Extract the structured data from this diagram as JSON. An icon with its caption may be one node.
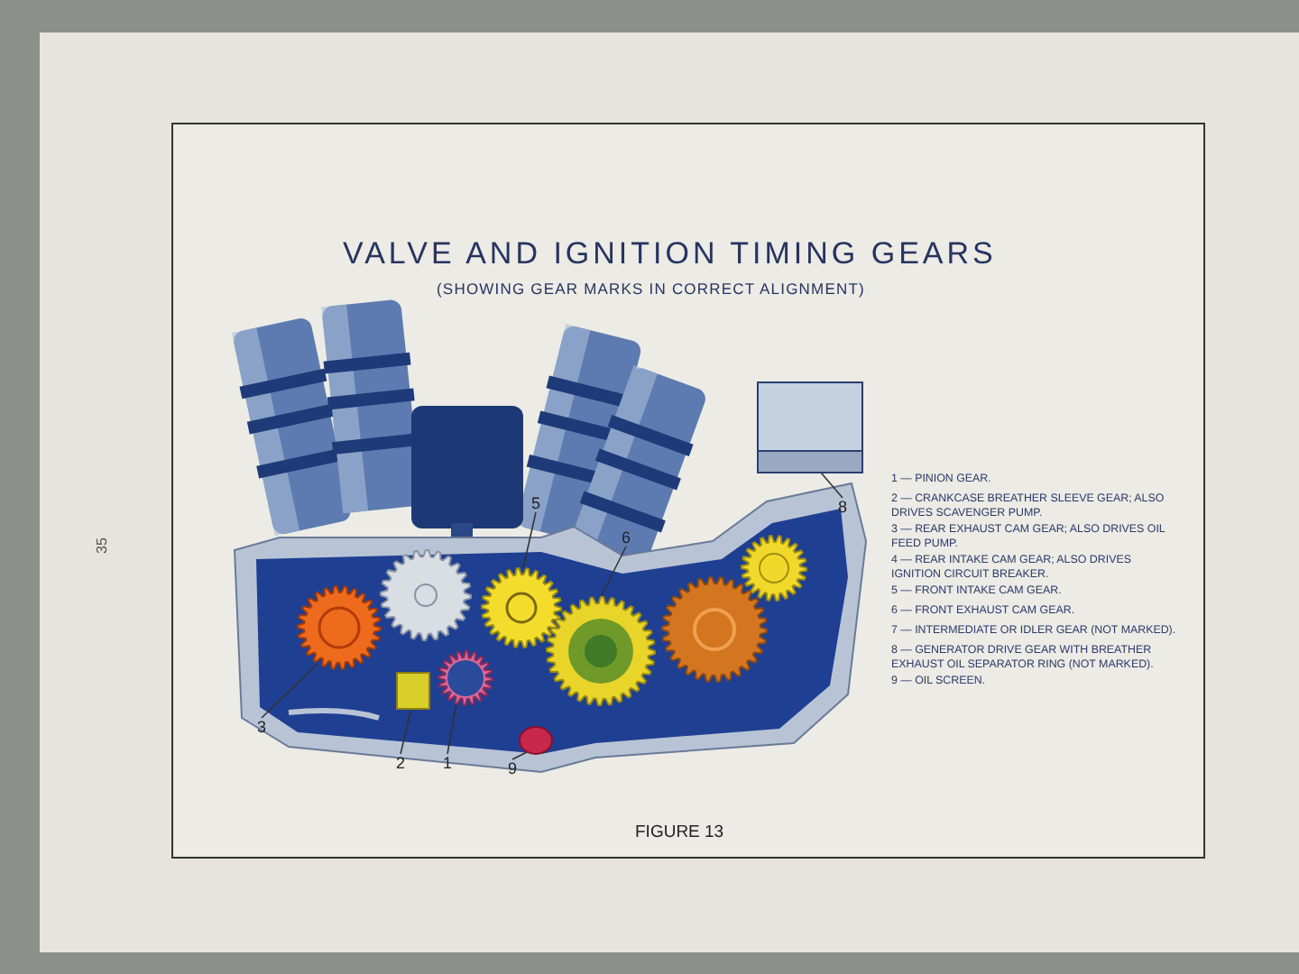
{
  "diagram": {
    "title": "VALVE AND IGNITION TIMING GEARS",
    "caption": "FIGURE 13",
    "nodes": [
      {
        "text": [
          "5"
        ]
      },
      {
        "text": [
          "6"
        ]
      },
      {
        "text": [
          "8"
        ]
      },
      {
        "text": [
          "3"
        ]
      },
      {
        "text": [
          "2"
        ]
      },
      {
        "text": [
          "1"
        ]
      },
      {
        "text": [
          "9"
        ]
      },
      {
        "text": [],
        "shape": "picture"
      },
      {
        "text": [],
        "shape": "picture"
      },
      {
        "text": [],
        "shape": "box"
      },
      {
        "text": [],
        "shape": "picture"
      },
      {
        "text": [],
        "shape": "box"
      },
      {
        "text": [],
        "shape": "picture"
      },
      {
        "text": [],
        "shape": "circle"
      }
    ],
    "edges": [
      {
        "from": 0,
        "to": 7,
        "arrow": "none"
      },
      {
        "from": 1,
        "to": 8,
        "arrow": "none"
      },
      {
        "from": 2,
        "to": 9,
        "arrow": "none"
      },
      {
        "from": 3,
        "to": 10,
        "arrow": "none"
      },
      {
        "from": 4,
        "to": 11,
        "arrow": "none"
      },
      {
        "from": 5,
        "to": 12,
        "arrow": "none"
      },
      {
        "from": 6,
        "to": 13,
        "arrow": "none"
      }
    ],
    "labels": [
      "(SHOWING GEAR MARKS IN CORRECT ALIGNMENT)",
      "1 — PINION GEAR.",
      "2 — CRANKCASE BREATHER SLEEVE GEAR; ALSO DRIVES SCAVENGER PUMP.",
      "3 — REAR EXHAUST CAM GEAR; ALSO DRIVES OIL FEED PUMP.",
      "4 — REAR INTAKE CAM GEAR; ALSO DRIVES IGNITION CIRCUIT BREAKER.",
      "5 — FRONT INTAKE CAM GEAR.",
      "6 — FRONT EXHAUST CAM GEAR.",
      "7 — INTERMEDIATE OR IDLER GEAR (NOT MARKED).",
      "8 — GENERATOR DRIVE GEAR WITH BREATHER EXHAUST OIL SEPARATOR RING (NOT MARKED).",
      "9 — OIL SCREEN.",
      "35"
    ]
  }
}
